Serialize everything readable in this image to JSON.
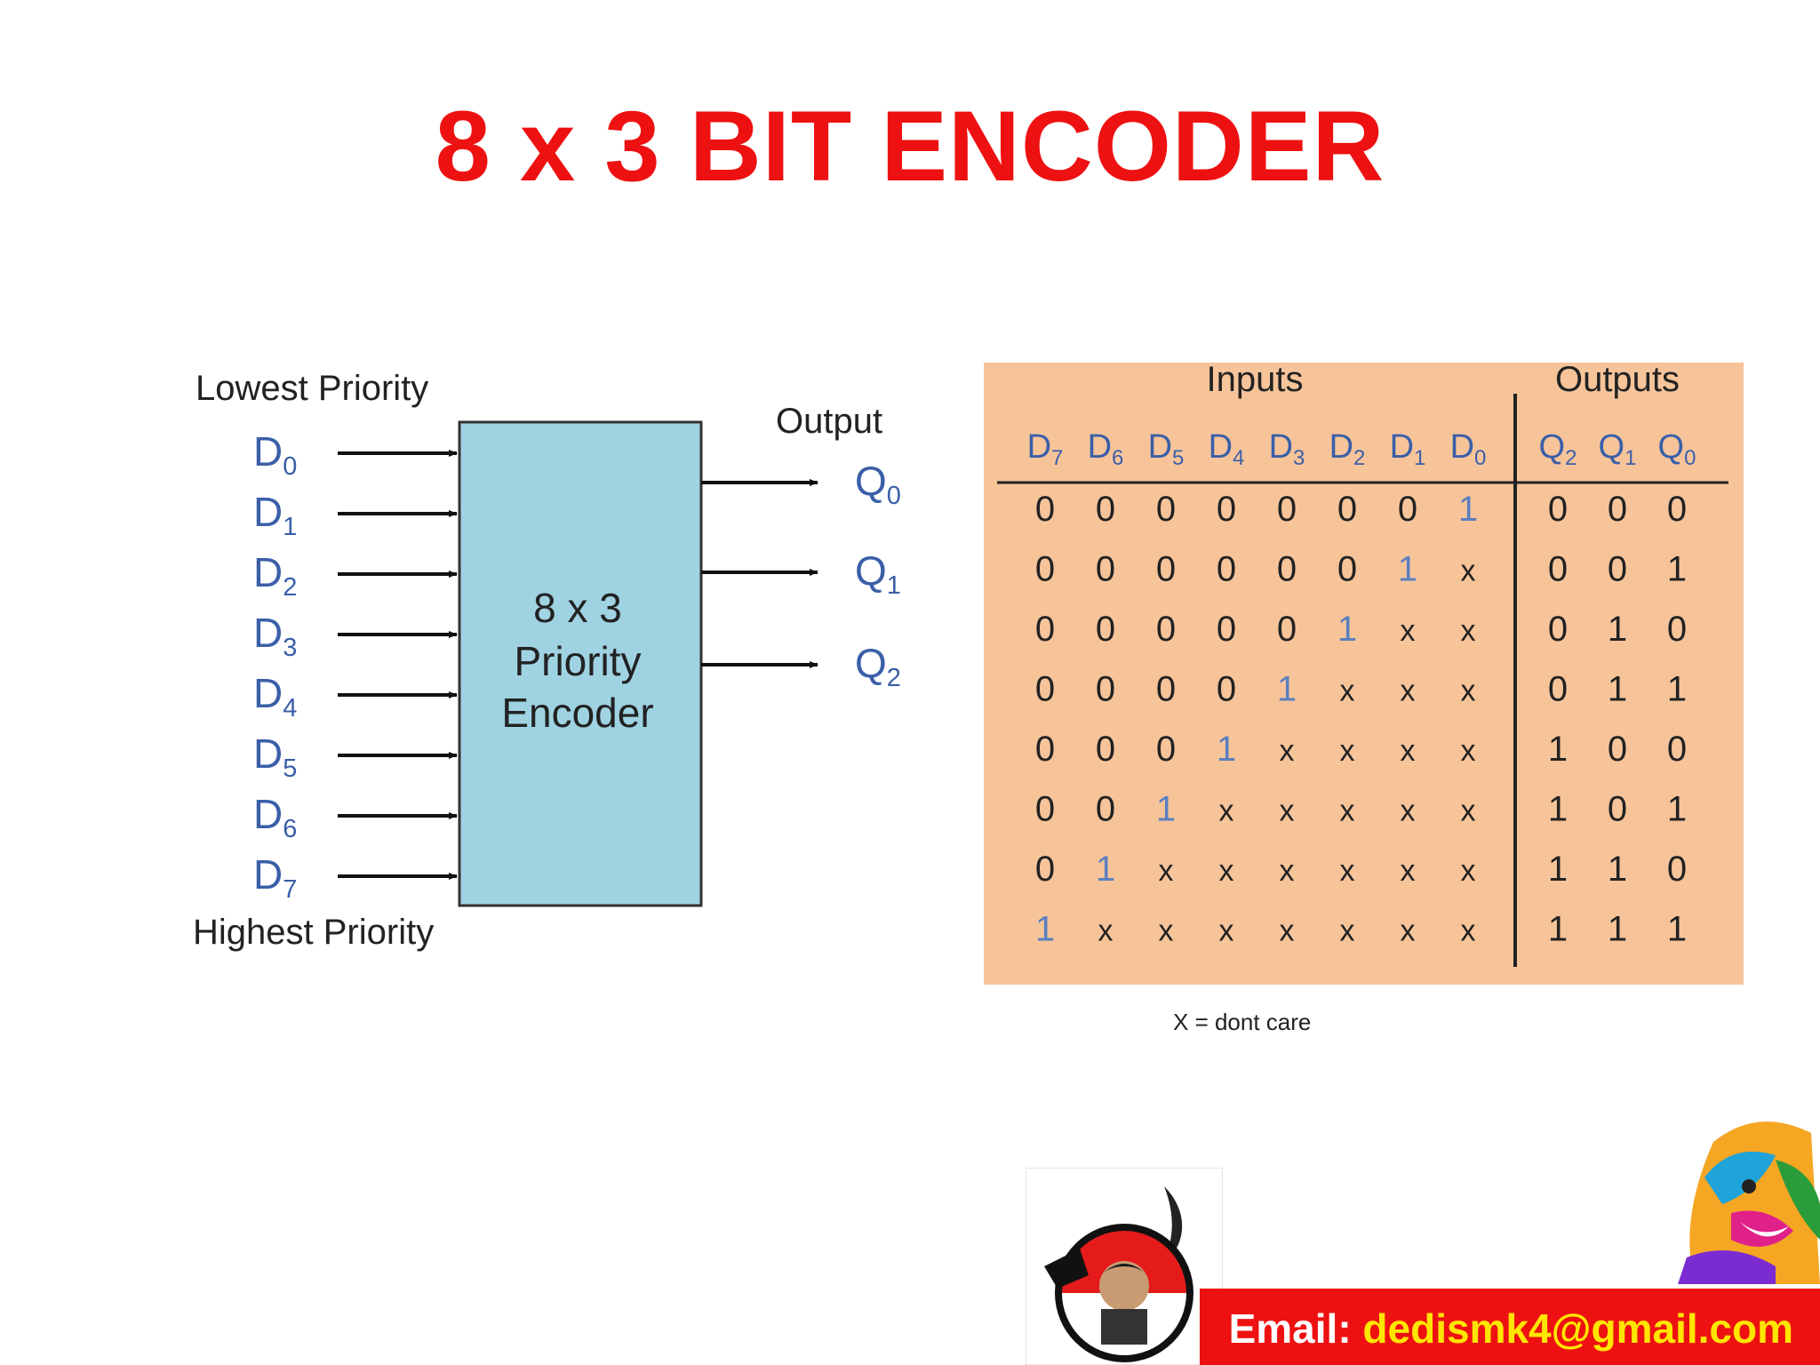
{
  "title": "8 x 3 BIT ENCODER",
  "block": {
    "line1": "8 x 3",
    "line2": "Priority",
    "line3": "Encoder",
    "lowest_priority": "Lowest Priority",
    "highest_priority": "Highest Priority",
    "output_label": "Output",
    "inputs": [
      {
        "base": "D",
        "sub": "0"
      },
      {
        "base": "D",
        "sub": "1"
      },
      {
        "base": "D",
        "sub": "2"
      },
      {
        "base": "D",
        "sub": "3"
      },
      {
        "base": "D",
        "sub": "4"
      },
      {
        "base": "D",
        "sub": "5"
      },
      {
        "base": "D",
        "sub": "6"
      },
      {
        "base": "D",
        "sub": "7"
      }
    ],
    "outputs": [
      {
        "base": "Q",
        "sub": "0"
      },
      {
        "base": "Q",
        "sub": "1"
      },
      {
        "base": "Q",
        "sub": "2"
      }
    ]
  },
  "truth_table": {
    "inputs_header": "Inputs",
    "outputs_header": "Outputs",
    "input_columns": [
      {
        "base": "D",
        "sub": "7"
      },
      {
        "base": "D",
        "sub": "6"
      },
      {
        "base": "D",
        "sub": "5"
      },
      {
        "base": "D",
        "sub": "4"
      },
      {
        "base": "D",
        "sub": "3"
      },
      {
        "base": "D",
        "sub": "2"
      },
      {
        "base": "D",
        "sub": "1"
      },
      {
        "base": "D",
        "sub": "0"
      }
    ],
    "output_columns": [
      {
        "base": "Q",
        "sub": "2"
      },
      {
        "base": "Q",
        "sub": "1"
      },
      {
        "base": "Q",
        "sub": "0"
      }
    ],
    "rows": [
      {
        "in": [
          "0",
          "0",
          "0",
          "0",
          "0",
          "0",
          "0",
          "1"
        ],
        "out": [
          "0",
          "0",
          "0"
        ]
      },
      {
        "in": [
          "0",
          "0",
          "0",
          "0",
          "0",
          "0",
          "1",
          "x"
        ],
        "out": [
          "0",
          "0",
          "1"
        ]
      },
      {
        "in": [
          "0",
          "0",
          "0",
          "0",
          "0",
          "1",
          "x",
          "x"
        ],
        "out": [
          "0",
          "1",
          "0"
        ]
      },
      {
        "in": [
          "0",
          "0",
          "0",
          "0",
          "1",
          "x",
          "x",
          "x"
        ],
        "out": [
          "0",
          "1",
          "1"
        ]
      },
      {
        "in": [
          "0",
          "0",
          "0",
          "1",
          "x",
          "x",
          "x",
          "x"
        ],
        "out": [
          "1",
          "0",
          "0"
        ]
      },
      {
        "in": [
          "0",
          "0",
          "1",
          "x",
          "x",
          "x",
          "x",
          "x"
        ],
        "out": [
          "1",
          "0",
          "1"
        ]
      },
      {
        "in": [
          "0",
          "1",
          "x",
          "x",
          "x",
          "x",
          "x",
          "x"
        ],
        "out": [
          "1",
          "1",
          "0"
        ]
      },
      {
        "in": [
          "1",
          "x",
          "x",
          "x",
          "x",
          "x",
          "x",
          "x"
        ],
        "out": [
          "1",
          "1",
          "1"
        ]
      }
    ],
    "footnote": "X = dont care"
  },
  "footer": {
    "email_label": "Email:",
    "email_address": "dedismk4@gmail.com"
  },
  "colors": {
    "title": "#ee1111",
    "block_fill": "#9fd3e2",
    "signal_label": "#3a5fa8",
    "table_bg": "#f7c49a",
    "email_bar": "#ee1111",
    "email_address": "#ffe600"
  }
}
